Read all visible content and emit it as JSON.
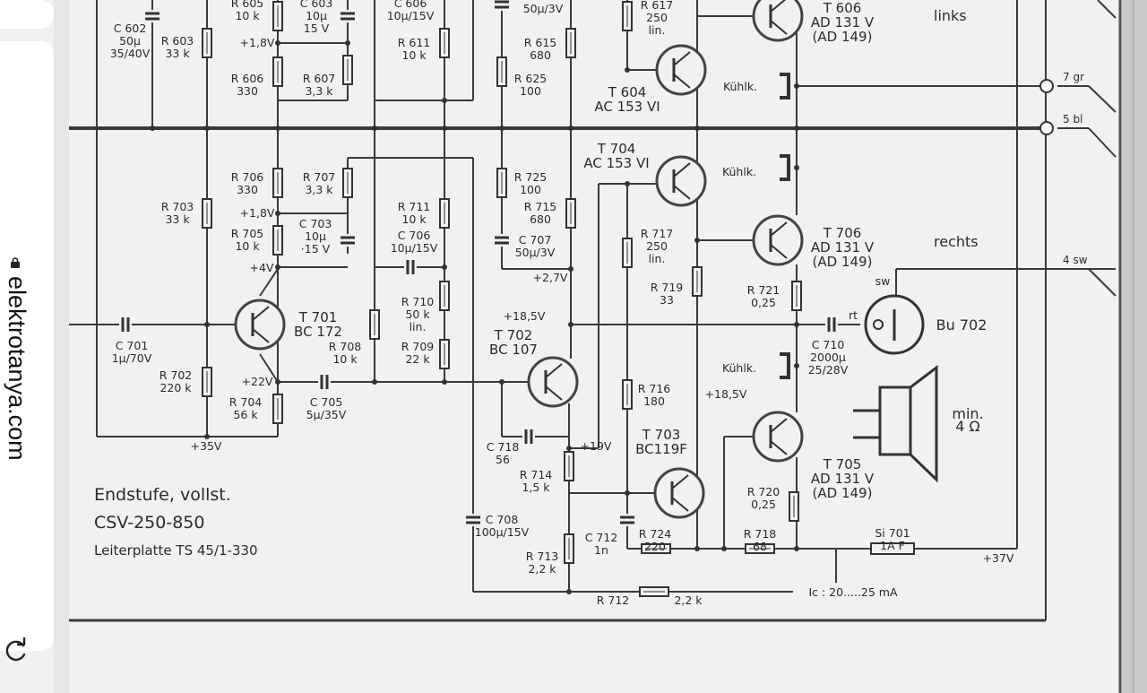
{
  "browser": {
    "url": "elektrotanya.com",
    "lock_icon": "lock-icon",
    "reload_icon": "reload-icon"
  },
  "schematic": {
    "title_block": {
      "line1": "Endstufe, vollst.",
      "line2": "CSV-250-850",
      "line3": "Leiterplatte  TS 45/1-330"
    },
    "channels": {
      "left": "links",
      "right": "rechts"
    },
    "connectors": [
      {
        "id": "7gr",
        "text": "7 gr"
      },
      {
        "id": "5bl",
        "text": "5 bl"
      },
      {
        "id": "4sw",
        "text": "4 sw"
      }
    ],
    "labels": [
      {
        "id": "c602",
        "lines": [
          "C 602",
          "50µ",
          "35/40V"
        ]
      },
      {
        "id": "r605",
        "lines": [
          "R 605",
          "10 k"
        ]
      },
      {
        "id": "c603",
        "lines": [
          "C 603",
          "10µ",
          "15 V"
        ]
      },
      {
        "id": "c606",
        "lines": [
          "C 606",
          "10µ/15V"
        ]
      },
      {
        "id": "c606b",
        "lines": [
          "50µ/3V"
        ]
      },
      {
        "id": "r617",
        "lines": [
          "R 617",
          "250",
          "lin."
        ]
      },
      {
        "id": "t606",
        "lines": [
          "T 606",
          "AD 131 V",
          "(AD 149)"
        ]
      },
      {
        "id": "r603",
        "lines": [
          "R 603",
          "33 k"
        ]
      },
      {
        "id": "v18a",
        "lines": [
          "+1,8V"
        ]
      },
      {
        "id": "r611",
        "lines": [
          "R 611",
          "10 k"
        ]
      },
      {
        "id": "r615",
        "lines": [
          "R 615",
          "680"
        ]
      },
      {
        "id": "r606",
        "lines": [
          "R 606",
          "330"
        ]
      },
      {
        "id": "r607",
        "lines": [
          "R 607",
          "3,3 k"
        ]
      },
      {
        "id": "r625",
        "lines": [
          "R 625",
          "100"
        ]
      },
      {
        "id": "t604",
        "lines": [
          "T 604",
          "AC 153 VI"
        ]
      },
      {
        "id": "kuehl1",
        "lines": [
          "Kühlk."
        ]
      },
      {
        "id": "t704",
        "lines": [
          "T 704",
          "AC 153 VI"
        ]
      },
      {
        "id": "kuehl2",
        "lines": [
          "Kühlk."
        ]
      },
      {
        "id": "r706",
        "lines": [
          "R 706",
          "330"
        ]
      },
      {
        "id": "r707",
        "lines": [
          "R 707",
          "3,3 k"
        ]
      },
      {
        "id": "r725",
        "lines": [
          "R 725",
          "100"
        ]
      },
      {
        "id": "r703",
        "lines": [
          "R 703",
          "33 k"
        ]
      },
      {
        "id": "v18b",
        "lines": [
          "+1,8V"
        ]
      },
      {
        "id": "r711",
        "lines": [
          "R 711",
          "10 k"
        ]
      },
      {
        "id": "r715",
        "lines": [
          "R 715",
          "680"
        ]
      },
      {
        "id": "c703",
        "lines": [
          "C 703",
          "10µ",
          "·15 V"
        ]
      },
      {
        "id": "c706",
        "lines": [
          "C 706",
          "10µ/15V"
        ]
      },
      {
        "id": "r717",
        "lines": [
          "R 717",
          "250",
          "lin."
        ]
      },
      {
        "id": "t706",
        "lines": [
          "T 706",
          "AD 131 V",
          "(AD 149)"
        ]
      },
      {
        "id": "r705",
        "lines": [
          "R 705",
          "10 k"
        ]
      },
      {
        "id": "c707",
        "lines": [
          "C 707",
          "50µ/3V"
        ]
      },
      {
        "id": "v4",
        "lines": [
          "+4V"
        ]
      },
      {
        "id": "v27",
        "lines": [
          "+2,7V"
        ]
      },
      {
        "id": "r710",
        "lines": [
          "R 710",
          "50 k",
          "lin."
        ]
      },
      {
        "id": "r719",
        "lines": [
          "R 719",
          "33"
        ]
      },
      {
        "id": "r721",
        "lines": [
          "R 721",
          "0,25"
        ]
      },
      {
        "id": "sw",
        "lines": [
          "sw"
        ]
      },
      {
        "id": "t701",
        "lines": [
          "T 701",
          "BC 172"
        ]
      },
      {
        "id": "v185a",
        "lines": [
          "+18,5V"
        ]
      },
      {
        "id": "t702",
        "lines": [
          "T 702",
          "BC 107"
        ]
      },
      {
        "id": "rt",
        "lines": [
          "rt"
        ]
      },
      {
        "id": "bu702",
        "lines": [
          "Bu 702"
        ]
      },
      {
        "id": "c701",
        "lines": [
          "C 701",
          "1µ/70V"
        ]
      },
      {
        "id": "r708",
        "lines": [
          "R 708",
          "10 k"
        ]
      },
      {
        "id": "r709",
        "lines": [
          "R 709",
          "22 k"
        ]
      },
      {
        "id": "c710",
        "lines": [
          "C 710",
          "2000µ",
          "25/28V"
        ]
      },
      {
        "id": "kuehl3",
        "lines": [
          "Kühlk."
        ]
      },
      {
        "id": "r702",
        "lines": [
          "R 702",
          "220 k"
        ]
      },
      {
        "id": "v22",
        "lines": [
          "+22V"
        ]
      },
      {
        "id": "r716",
        "lines": [
          "R 716",
          "180"
        ]
      },
      {
        "id": "v185b",
        "lines": [
          "+18,5V"
        ]
      },
      {
        "id": "r704",
        "lines": [
          "R 704",
          "56 k"
        ]
      },
      {
        "id": "c705",
        "lines": [
          "C 705",
          "5µ/35V"
        ]
      },
      {
        "id": "min",
        "lines": [
          "min.",
          "4 Ω"
        ]
      },
      {
        "id": "v35",
        "lines": [
          "+35V"
        ]
      },
      {
        "id": "t703",
        "lines": [
          "T 703",
          "BC119F"
        ]
      },
      {
        "id": "c718",
        "lines": [
          "C 718",
          "56"
        ]
      },
      {
        "id": "v19",
        "lines": [
          "+19V"
        ]
      },
      {
        "id": "r714",
        "lines": [
          "R 714",
          "1,5 k"
        ]
      },
      {
        "id": "t705",
        "lines": [
          "T 705",
          "AD 131 V",
          "(AD 149)"
        ]
      },
      {
        "id": "r720",
        "lines": [
          "R 720",
          "0,25"
        ]
      },
      {
        "id": "c708",
        "lines": [
          "C 708",
          "100µ/15V"
        ]
      },
      {
        "id": "c712",
        "lines": [
          "C 712",
          "1n"
        ]
      },
      {
        "id": "r724",
        "lines": [
          "R 724",
          "220"
        ]
      },
      {
        "id": "r718",
        "lines": [
          "R 718",
          "68"
        ]
      },
      {
        "id": "si701",
        "lines": [
          "Si 701",
          "1A  F"
        ]
      },
      {
        "id": "v37",
        "lines": [
          "+37V"
        ]
      },
      {
        "id": "r713",
        "lines": [
          "R 713",
          "2,2 k"
        ]
      },
      {
        "id": "r712",
        "lines": [
          "R 712"
        ]
      },
      {
        "id": "r712v",
        "lines": [
          "2,2 k"
        ]
      },
      {
        "id": "ic",
        "lines": [
          "Ic : 20.....25 mA"
        ]
      }
    ]
  }
}
